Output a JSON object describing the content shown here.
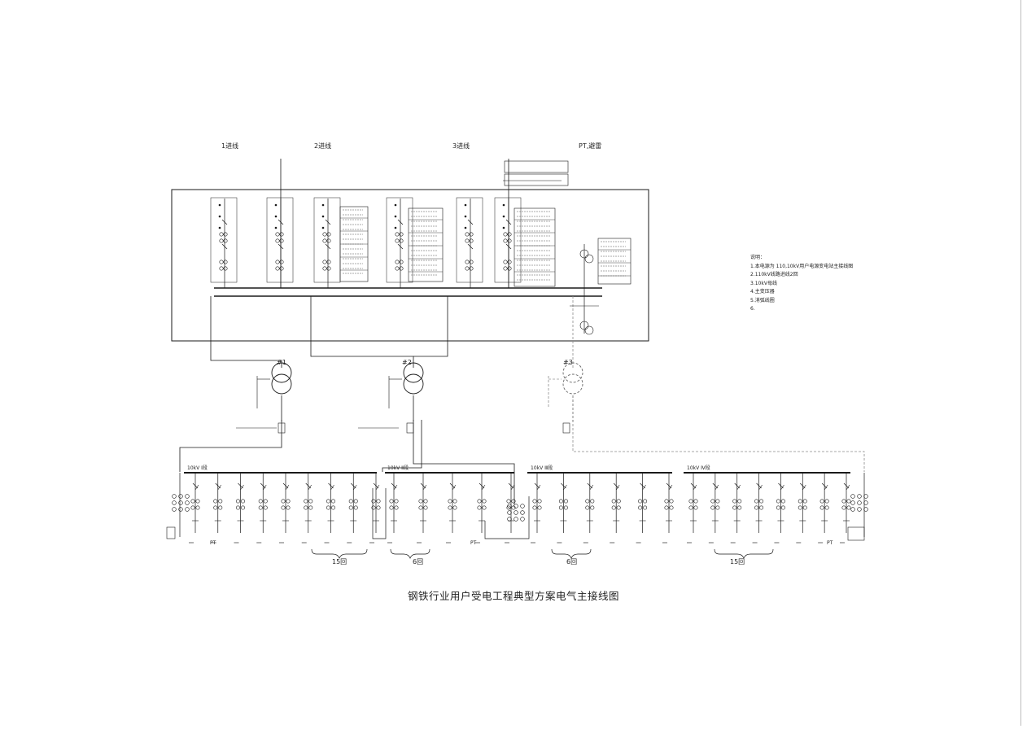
{
  "caption": "钢铁行业用户受电工程典型方案电气主接线图",
  "incomers": {
    "in1": "1进线",
    "in2": "2进线",
    "in3": "3进线",
    "pt": "PT,避雷"
  },
  "notes": {
    "title": "说明：",
    "items": [
      "1.本电源为 110,10kV用户电源变电站主接线图",
      "2.110kV线路进线2回",
      "3.10kV母线",
      "4.主变压器",
      "5.消弧线圈",
      "6."
    ]
  },
  "transformers": {
    "t1": "#1",
    "t2": "#2",
    "t3": "#3"
  },
  "buses": {
    "bus1": "10kV Ⅰ段",
    "bus2": "10kV Ⅱ段",
    "bus3": "10kV Ⅲ段",
    "bus4": "10kV Ⅳ段"
  },
  "groups": {
    "g1": "15回",
    "g2": "6回",
    "g3": "6回",
    "g4": "15回"
  },
  "feeder_labels": {
    "pt": "PT"
  },
  "colors": {
    "line": "#1a1a1a",
    "dashed": "#8a8a8a",
    "background": "#ffffff"
  }
}
